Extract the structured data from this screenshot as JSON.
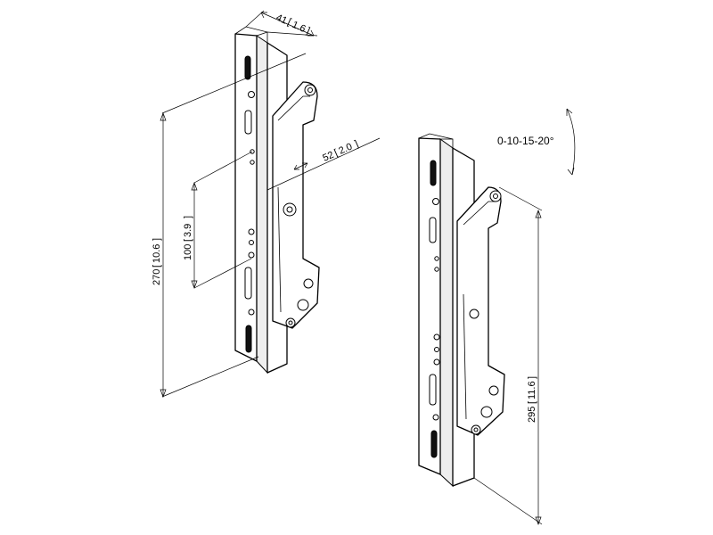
{
  "dimensions": {
    "depth": {
      "mm": "41",
      "inch": "1.6"
    },
    "offset": {
      "mm": "52",
      "inch": "2.0"
    },
    "spacing": {
      "mm": "100",
      "inch": "3.9"
    },
    "height_left": {
      "mm": "270",
      "inch": "10.6"
    },
    "height_right": {
      "mm": "295",
      "inch": "11.6"
    }
  },
  "tilt": {
    "label": "0-10-15-20°"
  }
}
